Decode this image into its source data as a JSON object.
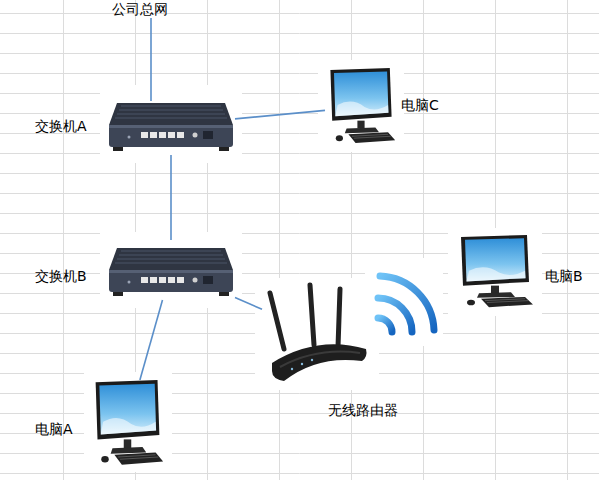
{
  "diagram": {
    "nodes": [
      {
        "text": [
          "交换机A"
        ]
      },
      {
        "text": [
          "电脑C"
        ]
      },
      {
        "text": [
          "交换机B"
        ]
      },
      {
        "text": [
          "电脑B"
        ]
      },
      {
        "text": [
          "无线路由器"
        ]
      },
      {
        "text": [
          "电脑A"
        ]
      }
    ],
    "edges": [
      {
        "from": 0,
        "to": 1,
        "arrow": "none"
      },
      {
        "from": 0,
        "to": 2,
        "arrow": "none"
      },
      {
        "from": 2,
        "to": 5,
        "arrow": "none"
      },
      {
        "from": 2,
        "to": 4,
        "arrow": "none"
      }
    ],
    "labels": [
      "公司总网"
    ]
  }
}
